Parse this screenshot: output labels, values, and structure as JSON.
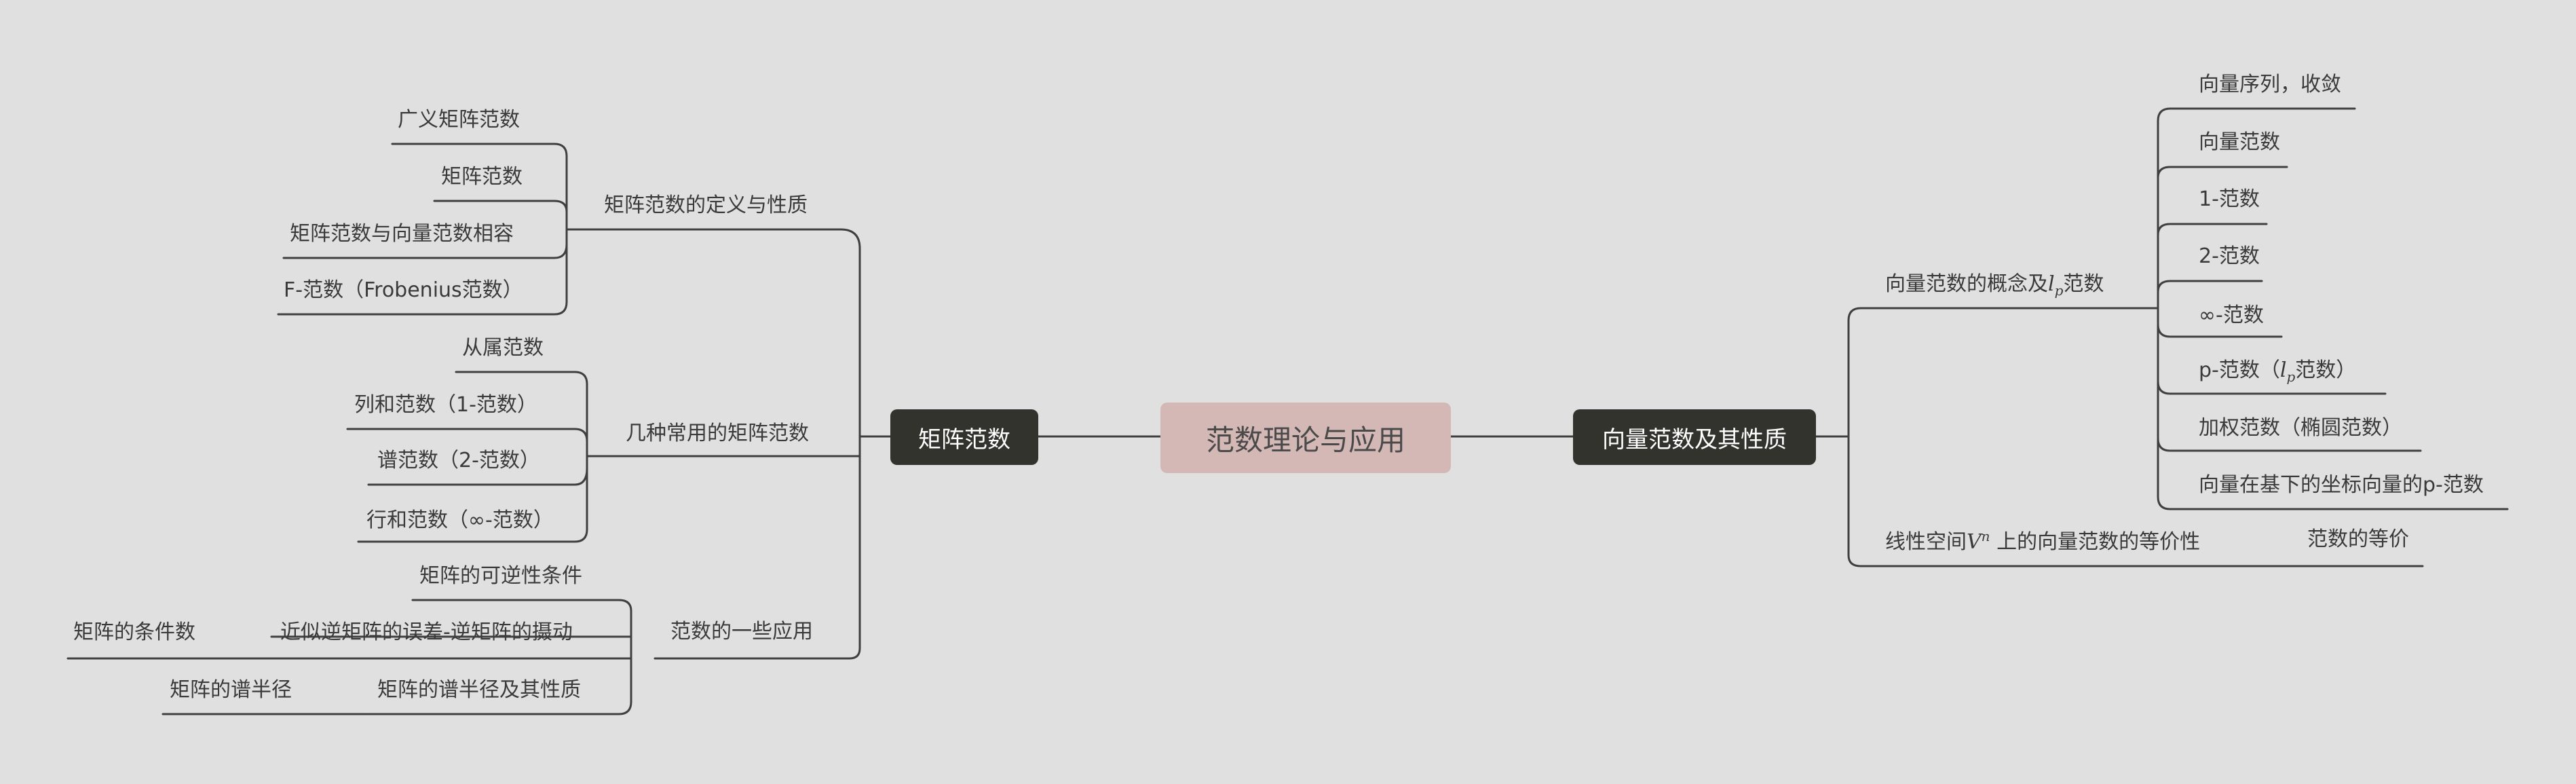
{
  "root": "范数理论与应用",
  "left": {
    "label": "矩阵范数",
    "groups": {
      "definition": {
        "label": "矩阵范数的定义与性质",
        "items": [
          "广义矩阵范数",
          "矩阵范数",
          "矩阵范数与向量范数相容",
          "F-范数（Frobenius范数）"
        ]
      },
      "common": {
        "label": "几种常用的矩阵范数",
        "items": [
          "从属范数",
          "列和范数（1-范数）",
          "谱范数（2-范数）",
          "行和范数（∞-范数）"
        ]
      },
      "applications": {
        "label": "范数的一些应用",
        "items": [
          "矩阵的可逆性条件",
          "近似逆矩阵的误差-逆矩阵的摄动",
          "矩阵的谱半径及其性质"
        ],
        "sub_items": {
          "perturbation": "矩阵的条件数",
          "spectral": "矩阵的谱半径"
        }
      }
    }
  },
  "right": {
    "label": "向量范数及其性质",
    "groups": {
      "concept": {
        "label_prefix": "向量范数的概念及",
        "label_math": "l",
        "label_sub": "p",
        "label_suffix": "范数",
        "items": {
          "seq": "向量序列，收敛",
          "vn": "向量范数",
          "n1": "1-范数",
          "n2": "2-范数",
          "ninf": "∞-范数",
          "np_prefix": "p-范数（",
          "np_math": "l",
          "np_sub": "p",
          "np_suffix": "范数）",
          "weighted": "加权范数（椭圆范数）",
          "coord": "向量在基下的坐标向量的p-范数"
        }
      },
      "equiv": {
        "label_prefix": "线性空间",
        "label_math": "V",
        "label_sup": "n",
        "label_suffix": " 上的向量范数的等价性",
        "item": "范数的等价"
      }
    }
  }
}
